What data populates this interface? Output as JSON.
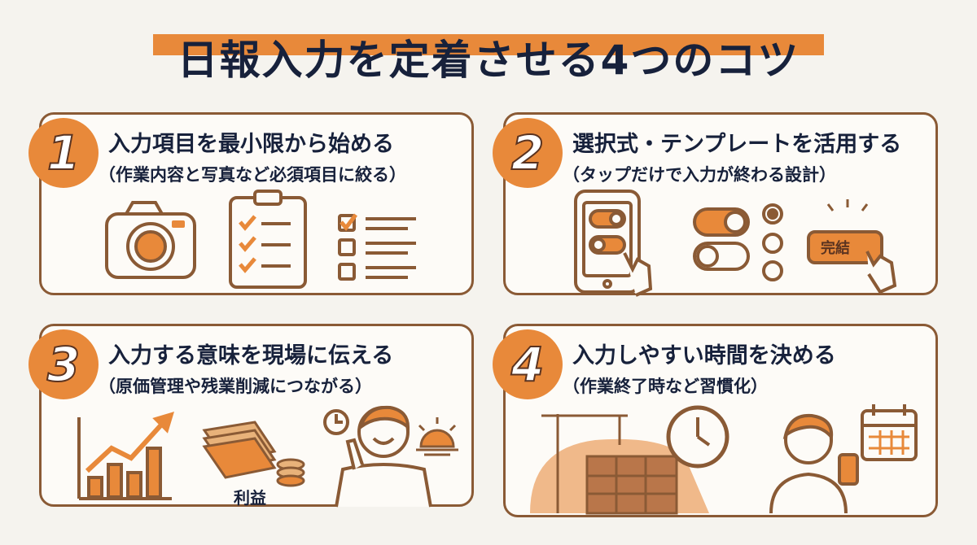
{
  "title": "日報入力を定着させる4つのコツ",
  "colors": {
    "accent": "#e8893a",
    "border": "#8a5a35",
    "text": "#17213b",
    "background": "#f5f3ee"
  },
  "tips": [
    {
      "number": "1",
      "heading": "入力項目を最小限から始める",
      "sub": "（作業内容と写真など必須項目に絞る）",
      "icons": [
        "camera-icon",
        "clipboard-checklist-icon",
        "checkbox-list-icon"
      ]
    },
    {
      "number": "2",
      "heading": "選択式・テンプレートを活用する",
      "sub": "（タップだけで入力が終わる設計）",
      "icons": [
        "smartphone-tap-icon",
        "toggle-switch-icon",
        "radio-button-icon",
        "complete-button-icon"
      ],
      "button_label": "完結"
    },
    {
      "number": "3",
      "heading": "入力する意味を現場に伝える",
      "sub": "（原価管理や残業削減につながる）",
      "icons": [
        "growth-chart-icon",
        "money-stack-icon",
        "smiling-worker-icon",
        "sunset-icon"
      ],
      "money_label": "利益"
    },
    {
      "number": "4",
      "heading": "入力しやすい時間を決める",
      "sub": "（作業終了時など習慣化）",
      "icons": [
        "construction-site-icon",
        "clock-icon",
        "person-phone-icon",
        "calendar-icon"
      ]
    }
  ]
}
